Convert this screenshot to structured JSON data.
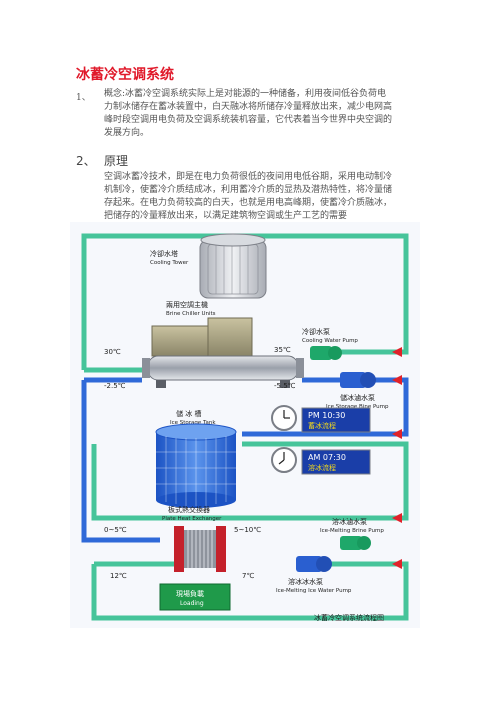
{
  "doc": {
    "title": "冰蓄冷空调系统",
    "s1_num": "1、",
    "s1_lines": [
      "概念:冰蓄冷空调系统实际上是对能源的一种储备，利用夜间低谷负荷电",
      "力制冰储存在蓄冰装置中，白天融冰将所储存冷量释放出来，减少电网高",
      "峰时段空调用电负荷及空调系统装机容量，它代表着当今世界中央空调的",
      "发展方向。"
    ],
    "s2_num": "2、",
    "s2_heading": "原理",
    "s2_lines": [
      "空调冰蓄冷技术，即是在电力负荷很低的夜间用电低谷期，采用电动制冷",
      "机制冷，使蓄冷介质结成冰，利用蓄冷介质的显热及潜热特性，将冷量储",
      "存起来。在电力负荷较高的白天，也就是用电高峰期，使蓄冷介质融冰，",
      "把储存的冷量释放出来，以满足建筑物空调或生产工艺的需要"
    ]
  },
  "diagram": {
    "cooling_tower_cn": "冷卻水塔",
    "cooling_tower_en": "Cooling Tower",
    "chiller_cn": "兩用空調主機",
    "chiller_en": "Brine Chiller Units",
    "cw_pump_cn": "冷卻水泵",
    "cw_pump_en": "Cooling Water Pump",
    "temp_30": "30℃",
    "temp_35": "35℃",
    "temp_m25": "-2.5℃",
    "temp_m55": "-5.5℃",
    "brine_pump_cn": "儲冰滷水泵",
    "brine_pump_en": "Ice Storage Bine Pump",
    "tank_cn": "儲 冰 槽",
    "tank_en": "Ice Storage Tank",
    "clock_pm": "PM 10:30",
    "clock_pm_label": "蓄冰流程",
    "clock_am": "AM 07:30",
    "clock_am_label": "溶冰流程",
    "hx_cn": "板式熱交換器",
    "hx_en": "Plate Heat Exchanger",
    "temp_0_5": "0~5℃",
    "temp_5_10": "5~10℃",
    "melt_brine_cn": "溶冰滷水泵",
    "melt_brine_en": "Ice-Melting Brine Pump",
    "temp_12": "12℃",
    "temp_7": "7℃",
    "melt_water_cn": "溶冰冰水泵",
    "melt_water_en": "Ice-Melting Ice Water Pump",
    "load_cn": "現場負載",
    "load_en": "Loading",
    "caption": "冰蓄冷空调系统流程图",
    "colors": {
      "outer_pipe": "#46c49a",
      "inner_pipe": "#2f69d8",
      "arrow": "#e0222a",
      "load_box": "#1f9a4a",
      "clock_screen": "#1a3ea8",
      "clock_text": "#f2d81c"
    }
  }
}
